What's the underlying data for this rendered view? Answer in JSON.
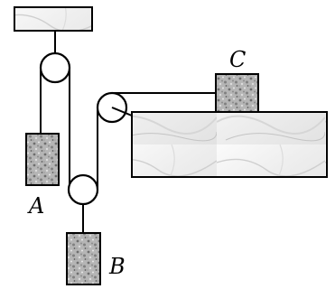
{
  "labels": {
    "block_a": "A",
    "block_b": "B",
    "block_c": "C"
  },
  "colors": {
    "ink": "#000000",
    "marble_light": "#f2f2f2",
    "marble_vein": "#bdbdbd",
    "granite_base": "#b5b5b5",
    "granite_dark": "#6e6e6e"
  }
}
